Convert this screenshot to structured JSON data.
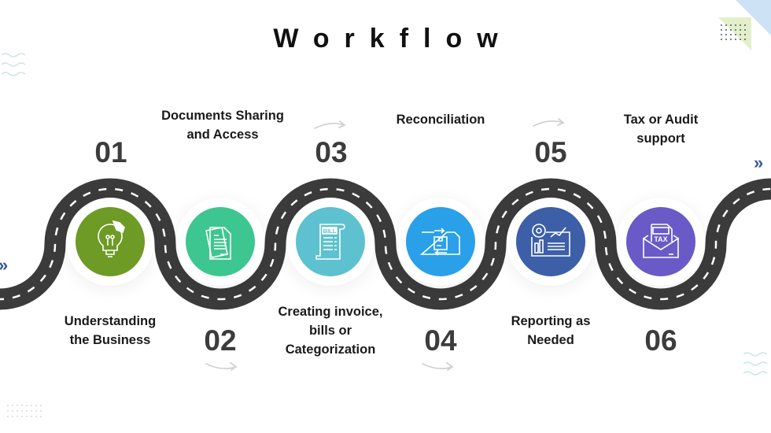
{
  "title": "Workflow",
  "steps": [
    {
      "number": "01",
      "label_lines": [
        "Understanding",
        "the Business"
      ],
      "icon": "lightbulb-puzzle-icon",
      "color": "#6e9a26"
    },
    {
      "number": "02",
      "label_lines": [
        "Documents Sharing",
        "and Access"
      ],
      "icon": "documents-icon",
      "color": "#3ec690"
    },
    {
      "number": "03",
      "label_lines": [
        "Creating invoice,",
        "bills or",
        "Categorization"
      ],
      "icon": "bill-icon",
      "color": "#5dc1cf",
      "icon_text": "BILL"
    },
    {
      "number": "04",
      "label_lines": [
        "Reconciliation"
      ],
      "icon": "reconciliation-box-icon",
      "color": "#2aa0e8"
    },
    {
      "number": "05",
      "label_lines": [
        "Reporting as",
        "Needed"
      ],
      "icon": "report-dashboard-icon",
      "color": "#3d5fa8"
    },
    {
      "number": "06",
      "label_lines": [
        "Tax or Audit",
        "support"
      ],
      "icon": "tax-envelope-icon",
      "color": "#6a5ac8",
      "icon_text": "TAX"
    }
  ],
  "colors": {
    "road": "#3b3b3b",
    "road_line": "#ffffff",
    "accent": "#3a5a9a"
  }
}
